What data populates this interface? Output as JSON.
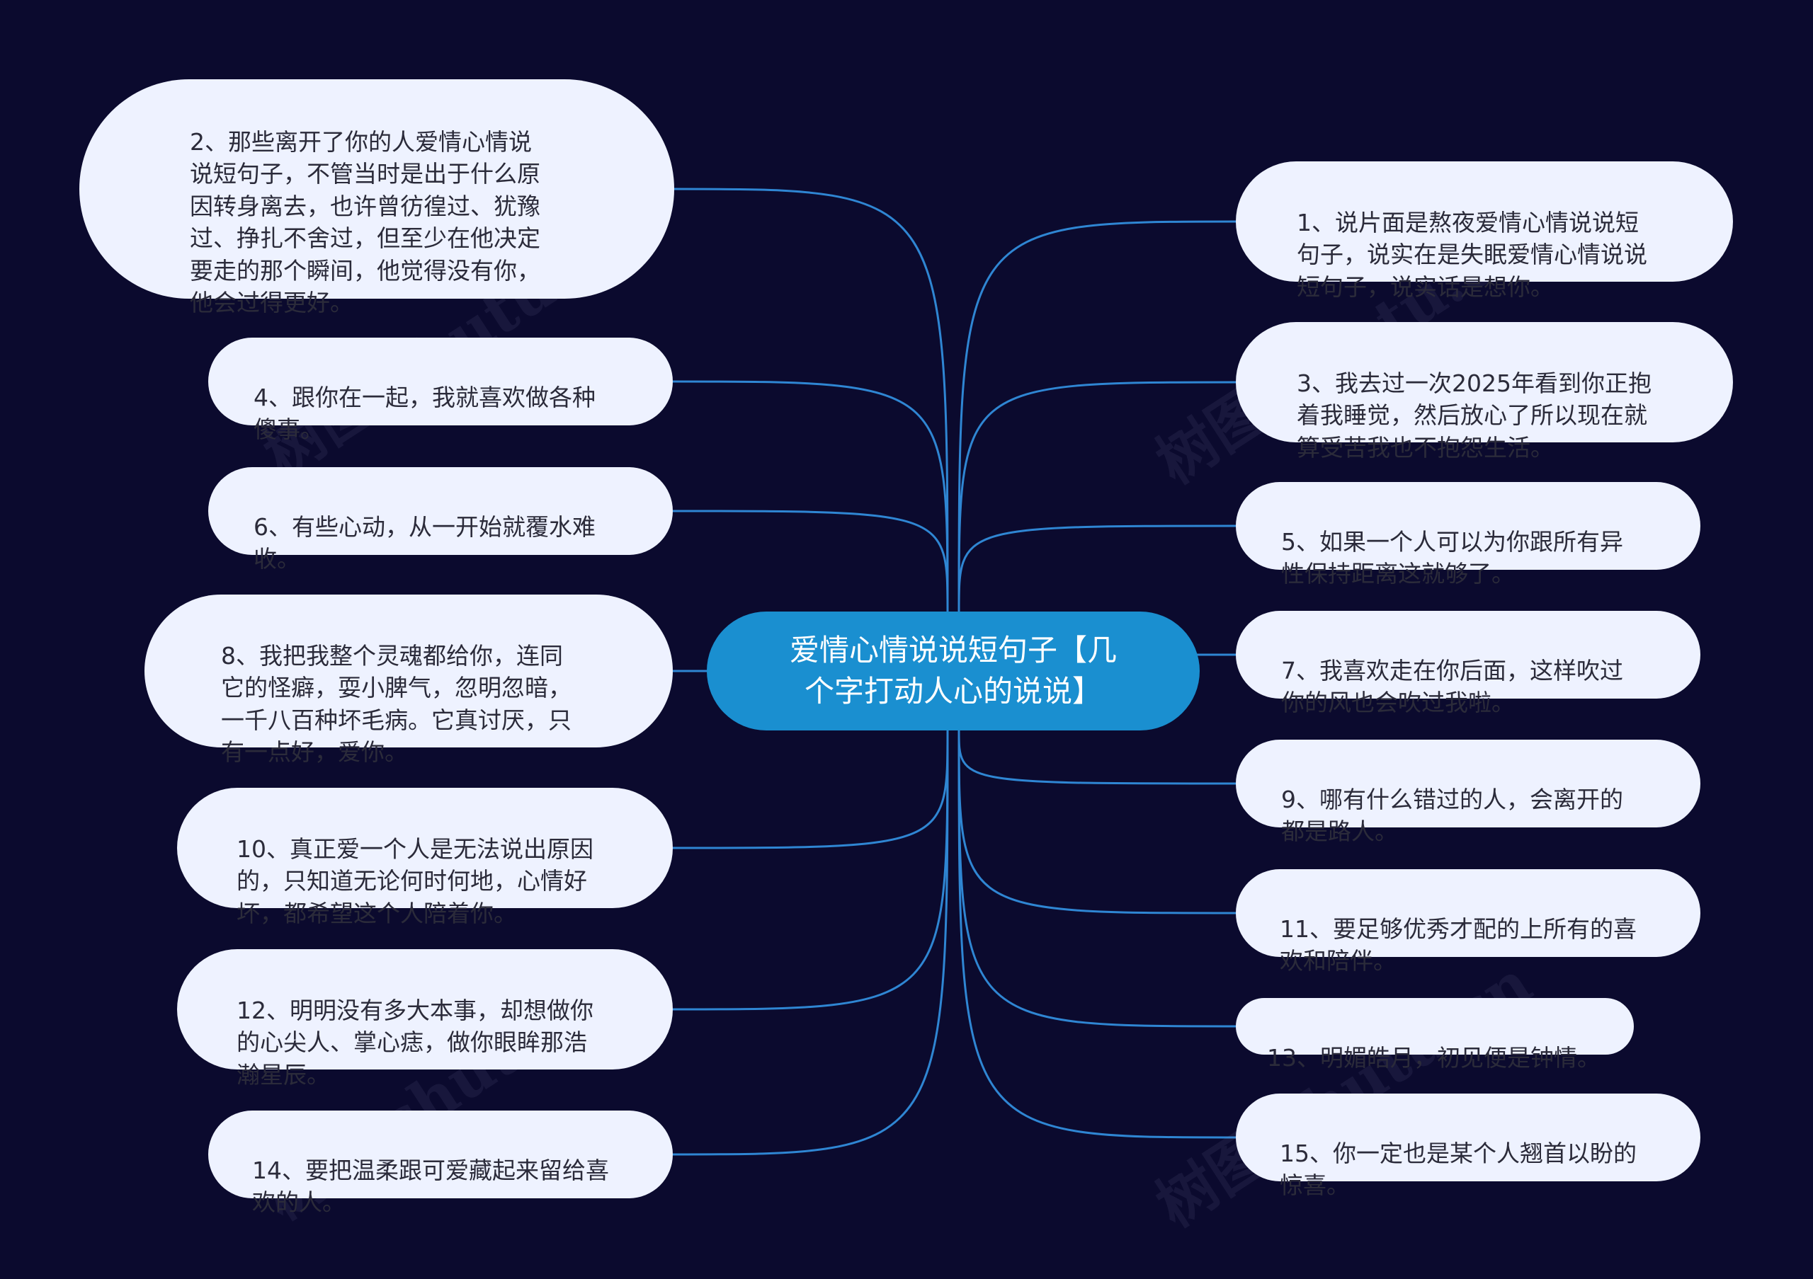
{
  "center": {
    "text": "爱情心情说说短句子【几\n个字打动人心的说说】"
  },
  "left_nodes": [
    {
      "id": "n2",
      "text": "2、那些离开了你的人爱情心情说\n说短句子，不管当时是出于什么原\n因转身离去，也许曾彷徨过、犹豫\n过、挣扎不舍过，但至少在他决定\n要走的那个瞬间，他觉得没有你，\n他会过得更好。"
    },
    {
      "id": "n4",
      "text": "4、跟你在一起，我就喜欢做各种\n傻事。"
    },
    {
      "id": "n6",
      "text": "6、有些心动，从一开始就覆水难\n收。"
    },
    {
      "id": "n8",
      "text": "8、我把我整个灵魂都给你，连同\n它的怪癖，耍小脾气，忽明忽暗，\n一千八百种坏毛病。它真讨厌，只\n有一点好，爱你。"
    },
    {
      "id": "n10",
      "text": "10、真正爱一个人是无法说出原因\n的，只知道无论何时何地，心情好\n坏，都希望这个人陪着你。"
    },
    {
      "id": "n12",
      "text": "12、明明没有多大本事，却想做你\n的心尖人、掌心痣，做你眼眸那浩\n瀚星辰。"
    },
    {
      "id": "n14",
      "text": "14、要把温柔跟可爱藏起来留给喜\n欢的人。"
    }
  ],
  "right_nodes": [
    {
      "id": "n1",
      "text": "1、说片面是熬夜爱情心情说说短\n句子，说实在是失眠爱情心情说说\n短句子，说实话是想你。"
    },
    {
      "id": "n3",
      "text": "3、我去过一次2025年看到你正抱\n着我睡觉，然后放心了所以现在就\n算受苦我也不抱怨生活。"
    },
    {
      "id": "n5",
      "text": "5、如果一个人可以为你跟所有异\n性保持距离这就够了。"
    },
    {
      "id": "n7",
      "text": "7、我喜欢走在你后面，这样吹过\n你的风也会吹过我啦。"
    },
    {
      "id": "n9",
      "text": "9、哪有什么错过的人，会离开的\n都是路人。"
    },
    {
      "id": "n11",
      "text": "11、要足够优秀才配的上所有的喜\n欢和陪伴。"
    },
    {
      "id": "n13",
      "text": "13、明媚皓月，初见便是钟情。"
    },
    {
      "id": "n15",
      "text": "15、你一定也是某个人翘首以盼的\n惊喜。"
    }
  ],
  "watermark": {
    "text": "树图 shutu.cn"
  },
  "colors": {
    "background": "#0b0a2e",
    "center": "#1a8fd0",
    "node": "#eef2ff",
    "link": "#2f86d3"
  }
}
